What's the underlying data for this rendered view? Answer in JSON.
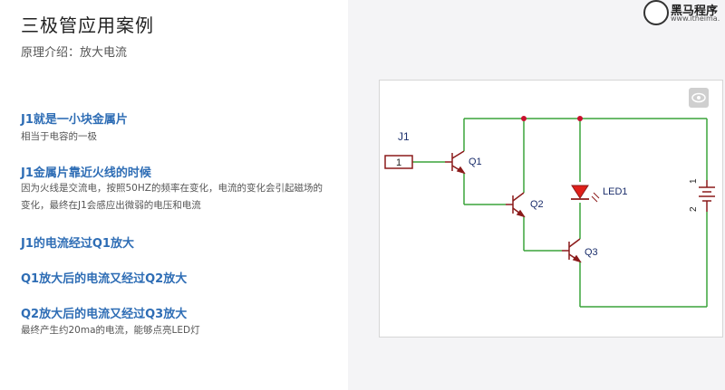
{
  "title": "三极管应用案例",
  "subtitle": "原理介绍：放大电流",
  "points": [
    {
      "heading": "J1就是一小块金属片",
      "desc": "相当于电容的一极"
    },
    {
      "heading": "J1金属片靠近火线的时候",
      "desc": "因为火线是交流电，按照50HZ的频率在变化，电流的变化会引起磁场的变化，最终在J1会感应出微弱的电压和电流"
    },
    {
      "heading": "J1的电流经过Q1放大",
      "desc": ""
    },
    {
      "heading": "Q1放大后的电流又经过Q2放大",
      "desc": ""
    },
    {
      "heading": "Q2放大后的电流又经过Q3放大",
      "desc": "最终产生约20ma的电流，能够点亮LED灯"
    }
  ],
  "logo": {
    "text": "黑马程序",
    "url": "www.itheima."
  },
  "schematic": {
    "j1_label": "J1",
    "j1_pin": "1",
    "q1_label": "Q1",
    "q2_label": "Q2",
    "q3_label": "Q3",
    "led_label": "LED1",
    "battery_pin1": "1",
    "battery_pin2": "2"
  },
  "colors": {
    "wire": "#3aa43a",
    "junction": "#c8102e",
    "component": "#8b1a1a",
    "led": "#e0201a",
    "heading": "#2e6db5"
  },
  "icons": {
    "view_button": "eye-icon",
    "logo": "horse-logo-icon"
  }
}
